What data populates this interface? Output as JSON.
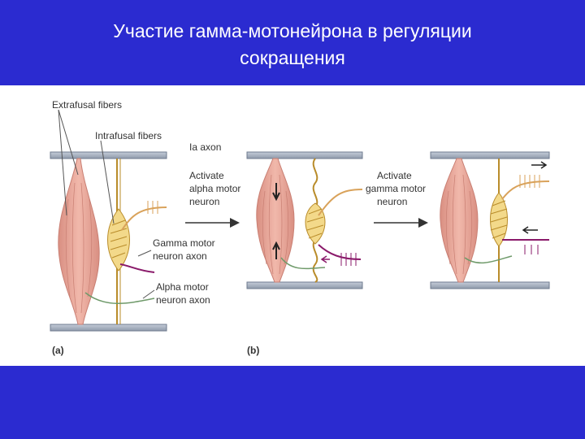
{
  "slide": {
    "title_line1": "Участие гамма-мотонейрона в регуляции",
    "title_line2": "сокращения",
    "bg_color": "#2b2bd0",
    "panel_color": "#ffffff"
  },
  "diagram": {
    "labels": {
      "extrafusal": "Extrafusal fibers",
      "intrafusal": "Intrafusal fibers",
      "ia_axon": "Ia axon",
      "activate_alpha_1": "Activate",
      "activate_alpha_2": "alpha motor",
      "activate_alpha_3": "neuron",
      "gamma_axon_1": "Gamma motor",
      "gamma_axon_2": "neuron axon",
      "alpha_axon_1": "Alpha motor",
      "alpha_axon_2": "neuron axon",
      "activate_gamma_1": "Activate",
      "activate_gamma_2": "gamma motor",
      "activate_gamma_3": "neuron",
      "panel_a": "(a)",
      "panel_b": "(b)"
    },
    "colors": {
      "muscle": "#e9a89a",
      "muscle_stripe": "#c97f73",
      "spindle": "#f3d98a",
      "spindle_stripe": "#b98c2a",
      "bar": "#a9b3c4",
      "bar_edge": "#6f7b8f",
      "ia_axon": "#d9a25a",
      "gamma_axon": "#8a1a6a",
      "alpha_axon": "#6f9a6a"
    }
  }
}
